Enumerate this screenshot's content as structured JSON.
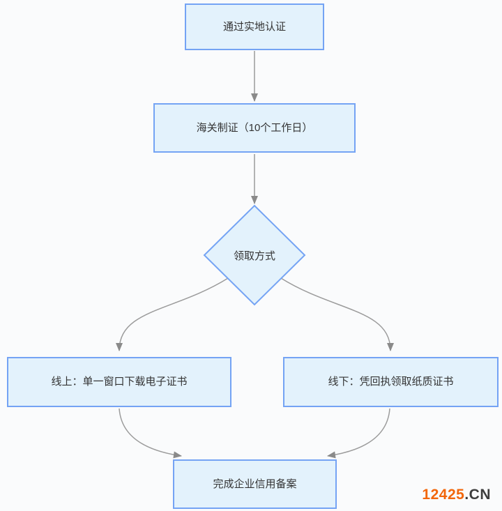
{
  "colors": {
    "page_bg": "#fafbfc",
    "node_fill": "#e3f2fc",
    "node_border": "#74a3f4",
    "node_text": "#333333",
    "arrow_line": "#9b9b9b",
    "arrow_head": "#8a8a8a",
    "watermark_brand": "#f2660a",
    "watermark_tld": "#3d3d3d"
  },
  "flowchart": {
    "nodes": {
      "step_onsite_cert": {
        "label": "通过实地认证",
        "shape": "rect"
      },
      "step_customs_issue": {
        "label": "海关制证（10个工作日）",
        "shape": "rect"
      },
      "decision_pickup_method": {
        "label": "领取方式",
        "shape": "diamond"
      },
      "branch_online": {
        "label": "线上：单一窗口下载电子证书",
        "shape": "rect"
      },
      "branch_offline": {
        "label": "线下：凭回执领取纸质证书",
        "shape": "rect"
      },
      "step_complete_filing": {
        "label": "完成企业信用备案",
        "shape": "rect"
      }
    },
    "edges": [
      {
        "from": "step_onsite_cert",
        "to": "step_customs_issue"
      },
      {
        "from": "step_customs_issue",
        "to": "decision_pickup_method"
      },
      {
        "from": "decision_pickup_method",
        "to": "branch_online"
      },
      {
        "from": "decision_pickup_method",
        "to": "branch_offline"
      },
      {
        "from": "branch_online",
        "to": "step_complete_filing"
      },
      {
        "from": "branch_offline",
        "to": "step_complete_filing"
      }
    ]
  },
  "watermark": {
    "brand": "12425",
    "tld": ".CN"
  }
}
